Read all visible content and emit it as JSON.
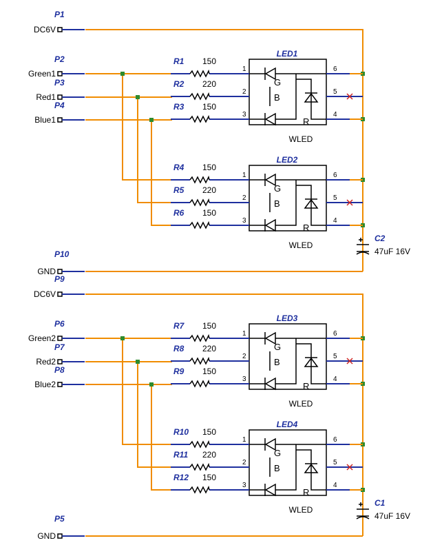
{
  "ports": [
    {
      "ref": "P1",
      "net": "DC6V"
    },
    {
      "ref": "P2",
      "net": "Green1"
    },
    {
      "ref": "P3",
      "net": "Red1"
    },
    {
      "ref": "P4",
      "net": "Blue1"
    },
    {
      "ref": "P10",
      "net": "GND"
    },
    {
      "ref": "P9",
      "net": "DC6V"
    },
    {
      "ref": "P6",
      "net": "Green2"
    },
    {
      "ref": "P7",
      "net": "Red2"
    },
    {
      "ref": "P8",
      "net": "Blue2"
    },
    {
      "ref": "P5",
      "net": "GND"
    }
  ],
  "resistors": [
    {
      "ref": "R1",
      "value": "150"
    },
    {
      "ref": "R2",
      "value": "220"
    },
    {
      "ref": "R3",
      "value": "150"
    },
    {
      "ref": "R4",
      "value": "150"
    },
    {
      "ref": "R5",
      "value": "220"
    },
    {
      "ref": "R6",
      "value": "150"
    },
    {
      "ref": "R7",
      "value": "150"
    },
    {
      "ref": "R8",
      "value": "220"
    },
    {
      "ref": "R9",
      "value": "150"
    },
    {
      "ref": "R10",
      "value": "150"
    },
    {
      "ref": "R11",
      "value": "220"
    },
    {
      "ref": "R12",
      "value": "150"
    }
  ],
  "leds": [
    {
      "ref": "LED1",
      "part": "WLED",
      "pins_left": [
        "1",
        "2",
        "3"
      ],
      "pins_right": [
        "6",
        "5",
        "4"
      ],
      "segments": [
        "G",
        "B",
        "R"
      ]
    },
    {
      "ref": "LED2",
      "part": "WLED",
      "pins_left": [
        "1",
        "2",
        "3"
      ],
      "pins_right": [
        "6",
        "5",
        "4"
      ],
      "segments": [
        "G",
        "B",
        "R"
      ]
    },
    {
      "ref": "LED3",
      "part": "WLED",
      "pins_left": [
        "1",
        "2",
        "3"
      ],
      "pins_right": [
        "6",
        "5",
        "4"
      ],
      "segments": [
        "G",
        "B",
        "R"
      ]
    },
    {
      "ref": "LED4",
      "part": "WLED",
      "pins_left": [
        "1",
        "2",
        "3"
      ],
      "pins_right": [
        "6",
        "5",
        "4"
      ],
      "segments": [
        "G",
        "B",
        "R"
      ]
    }
  ],
  "capacitors": [
    {
      "ref": "C2",
      "value": "47uF 16V"
    },
    {
      "ref": "C1",
      "value": "47uF 16V"
    }
  ],
  "colors": {
    "wire": "#f08c00",
    "reference": "#1e2f9e",
    "body": "#000000",
    "no_connect": "#cc2222",
    "junction": "#2e8b2e"
  }
}
